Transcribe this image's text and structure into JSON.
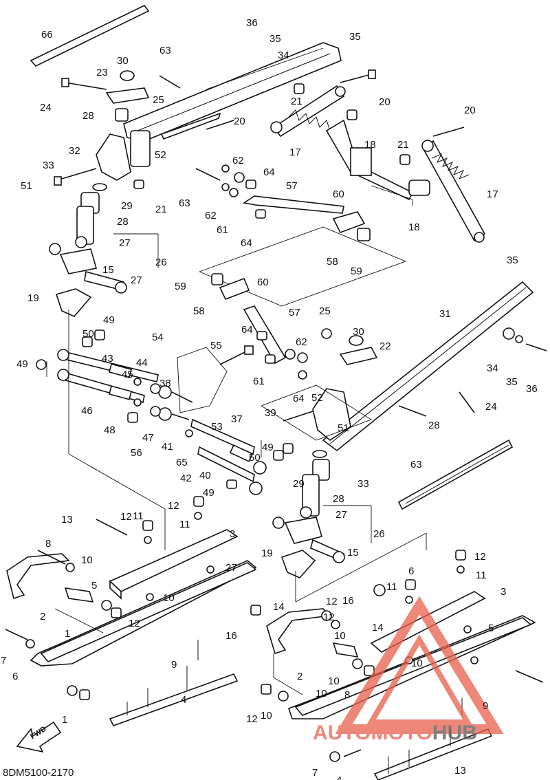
{
  "diagram": {
    "drawing_code": "8DM5100-2170",
    "fwd_label": "FWD",
    "watermark": {
      "part1": "AUTOMOTO",
      "part2": "HUB",
      "color1": "#e8604c",
      "color2": "#555555"
    },
    "callouts": [
      "66",
      "63",
      "36",
      "35",
      "35",
      "34",
      "30",
      "23",
      "25",
      "24",
      "28",
      "32",
      "33",
      "51",
      "52",
      "20",
      "62",
      "64",
      "63",
      "62",
      "21",
      "21",
      "20",
      "17",
      "18",
      "20",
      "21",
      "17",
      "18",
      "57",
      "60",
      "61",
      "64",
      "58",
      "59",
      "29",
      "28",
      "27",
      "26",
      "15",
      "27",
      "19",
      "35",
      "31",
      "59",
      "60",
      "58",
      "57",
      "64",
      "25",
      "30",
      "22",
      "55",
      "62",
      "61",
      "64",
      "52",
      "34",
      "35",
      "36",
      "24",
      "50",
      "49",
      "49",
      "43",
      "54",
      "44",
      "45",
      "38",
      "46",
      "48",
      "47",
      "53",
      "37",
      "56",
      "41",
      "39",
      "51",
      "28",
      "63",
      "65",
      "42",
      "40",
      "50",
      "49",
      "49",
      "29",
      "33",
      "28",
      "12",
      "13",
      "11",
      "12",
      "11",
      "27",
      "26",
      "3",
      "8",
      "10",
      "19",
      "15",
      "27",
      "5",
      "10",
      "6",
      "12",
      "16",
      "12",
      "11",
      "3",
      "2",
      "12",
      "14",
      "11",
      "14",
      "12",
      "5",
      "1",
      "7",
      "16",
      "10",
      "6",
      "10",
      "9",
      "2",
      "10",
      "8",
      "4",
      "12",
      "10",
      "1",
      "9",
      "10",
      "7",
      "4",
      "13"
    ]
  }
}
